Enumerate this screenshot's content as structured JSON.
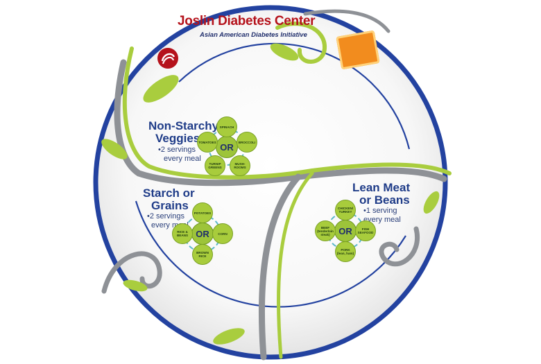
{
  "brand": {
    "title": "Joslin Diabetes Center",
    "subtitle": "Asian American Diabetes Initiative"
  },
  "badge": {
    "text": ""
  },
  "sections": {
    "veggies": {
      "title_line1": "Non-Starchy",
      "title_line2": "Veggies",
      "note_line1": "•2 servings",
      "note_line2": "every meal",
      "or": "OR",
      "foods": [
        "SPINACH",
        "BROCCOLI",
        "MUSH-ROOMS",
        "TURNIP GREENS",
        "TOMATOES"
      ]
    },
    "starch": {
      "title_line1": "Starch or",
      "title_line2": "Grains",
      "note_line1": "•2 servings",
      "note_line2": "every meal",
      "or": "OR",
      "foods": [
        "POTATOES",
        "CORN",
        "BROWN RICE",
        "RICE & BEANS"
      ]
    },
    "meat": {
      "title_line1": "Lean Meat",
      "title_line2": "or Beans",
      "note_line1": "•1 serving",
      "note_line2": "every meal",
      "or": "OR",
      "foods": [
        "CHICKEN/ TURKEY",
        "FISH SEAFOOD",
        "PORK (lean, ham)",
        "BEEF (tenderloin steak)"
      ]
    }
  },
  "colors": {
    "plate_rim": "#2342a0",
    "plate_inner": "#f4f4f4",
    "vine_green": "#a9cd3e",
    "vine_gray": "#8e9196",
    "brand_red": "#b5121b",
    "title_blue": "#1f3c88"
  }
}
